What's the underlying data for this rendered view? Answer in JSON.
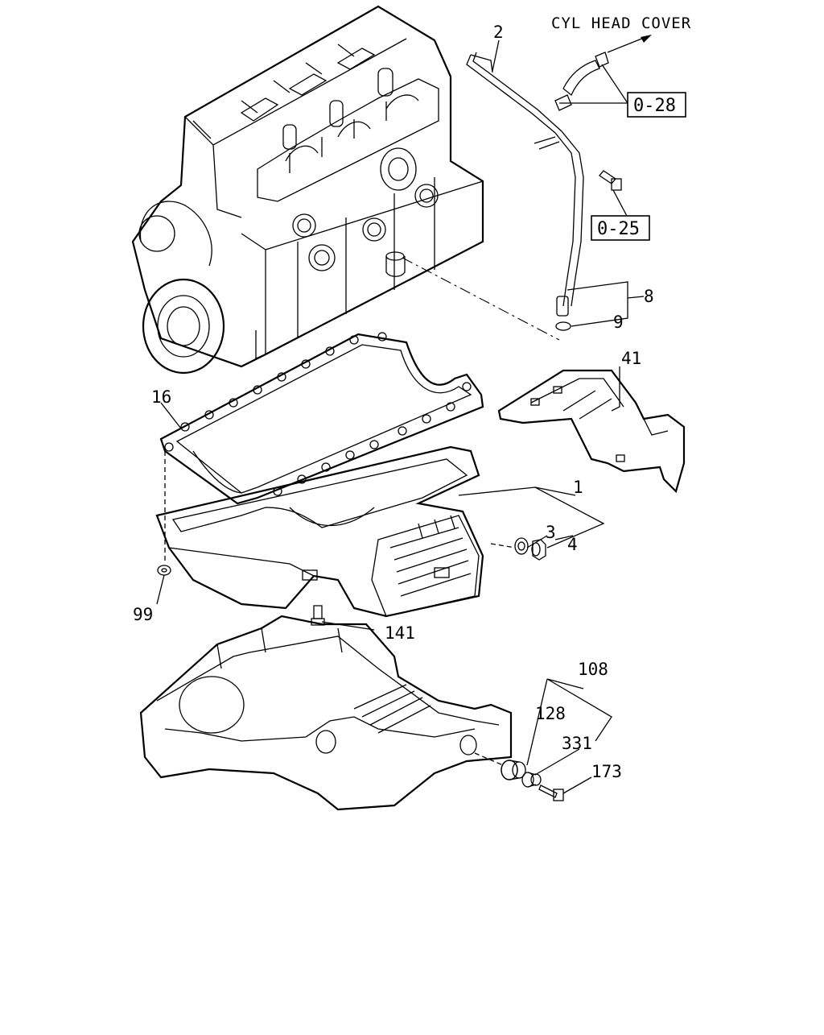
{
  "diagram": {
    "title": "CYL HEAD COVER",
    "refs": {
      "r1": "0-28",
      "r2": "0-25"
    },
    "labels": {
      "l2": "2",
      "l8": "8",
      "l9": "9",
      "l41": "41",
      "l16": "16",
      "l1": "1",
      "l3": "3",
      "l4": "4",
      "l99": "99",
      "l141": "141",
      "l108": "108",
      "l128": "128",
      "l331": "331",
      "l173": "173"
    }
  }
}
